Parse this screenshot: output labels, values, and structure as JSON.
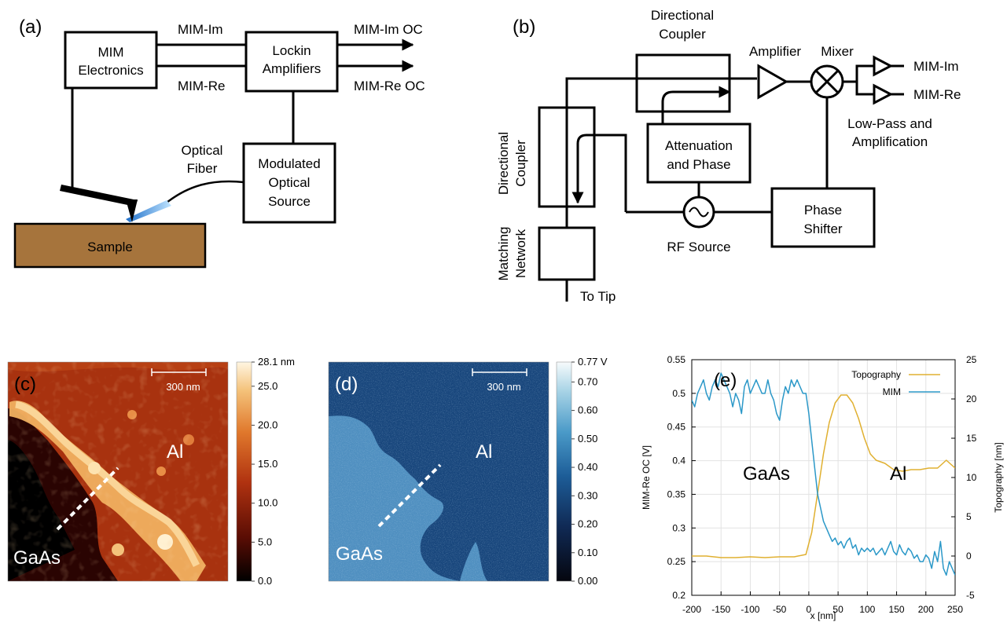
{
  "panel_a": {
    "tag": "(a)",
    "mim_box": [
      "MIM",
      "Electronics"
    ],
    "lockin_box": [
      "Lockin",
      "Amplifiers"
    ],
    "mod_box": [
      "Modulated",
      "Optical",
      "Source"
    ],
    "sample": "Sample",
    "sig_im": "MIM-Im",
    "sig_re": "MIM-Re",
    "out_im": "MIM-Im OC",
    "out_re": "MIM-Re OC",
    "fiber": [
      "Optical",
      "Fiber"
    ],
    "sample_color": "#a6743c"
  },
  "panel_b": {
    "tag": "(b)",
    "dc_top": [
      "Directional",
      "Coupler"
    ],
    "dc_left": [
      "Directional",
      "Coupler"
    ],
    "match": [
      "Matching",
      "Network"
    ],
    "amplifier": "Amplifier",
    "mixer": "Mixer",
    "out_im": "MIM-Im",
    "out_re": "MIM-Re",
    "lowpass": [
      "Low-Pass and",
      "Amplification"
    ],
    "atten": [
      "Attenuation",
      "and Phase"
    ],
    "shifter": [
      "Phase",
      "Shifter"
    ],
    "rf": "RF Source",
    "tip": "To Tip"
  },
  "panel_c": {
    "tag": "(c)",
    "scale": "300 nm",
    "region_al": "Al",
    "region_gaas": "GaAs",
    "colorbar_ticks": [
      "28.1 nm",
      "25.0",
      "20.0",
      "15.0",
      "10.0",
      "5.0",
      "0.0"
    ],
    "colors": [
      "#000000",
      "#5a0d04",
      "#b03210",
      "#e0782c",
      "#f4c27a",
      "#fff6e2"
    ]
  },
  "panel_d": {
    "tag": "(d)",
    "scale": "300 nm",
    "region_al": "Al",
    "region_gaas": "GaAs",
    "colorbar_ticks": [
      "0.77 V",
      "0.70",
      "0.60",
      "0.50",
      "0.40",
      "0.30",
      "0.20",
      "0.10",
      "0.00"
    ],
    "colors": [
      "#05060f",
      "#102a55",
      "#1d5d98",
      "#4a9ac8",
      "#a9d4e6",
      "#f7fbfc"
    ]
  },
  "panel_e": {
    "tag": "(e)",
    "region_gaas": "GaAs",
    "region_al": "Al"
  },
  "chart_data": {
    "type": "line",
    "xlabel": "x [nm]",
    "ylabel": "MIM-Re OC [V]",
    "y2label": "Topography [nm]",
    "xlim": [
      -200,
      250
    ],
    "ylim": [
      0.2,
      0.55
    ],
    "y2lim": [
      -5,
      25
    ],
    "xticks": [
      -200,
      -150,
      -100,
      -50,
      0,
      50,
      100,
      150,
      200,
      250
    ],
    "yticks": [
      0.2,
      0.25,
      0.3,
      0.35,
      0.4,
      0.45,
      0.5,
      0.55
    ],
    "y2ticks": [
      -5,
      0,
      5,
      10,
      15,
      20,
      25
    ],
    "grid": true,
    "legend_position": "top-right",
    "series": [
      {
        "name": "Topography",
        "axis": "right",
        "color": "#e0b030",
        "x": [
          -200,
          -175,
          -150,
          -125,
          -100,
          -75,
          -50,
          -25,
          -5,
          5,
          15,
          25,
          35,
          45,
          55,
          65,
          75,
          85,
          95,
          105,
          115,
          130,
          145,
          160,
          175,
          190,
          205,
          220,
          235,
          250
        ],
        "y": [
          0,
          0,
          -0.2,
          -0.2,
          -0.1,
          -0.2,
          -0.1,
          -0.1,
          0.2,
          3,
          8,
          13,
          17,
          19.5,
          20.5,
          20.5,
          19.5,
          17.5,
          15,
          13,
          12.2,
          11.8,
          11,
          10.8,
          11,
          11,
          11.2,
          11.2,
          12.2,
          11.2
        ]
      },
      {
        "name": "MIM",
        "axis": "left",
        "color": "#2b98c8",
        "x": [
          -200,
          -195,
          -190,
          -185,
          -180,
          -175,
          -170,
          -165,
          -160,
          -155,
          -150,
          -145,
          -140,
          -135,
          -130,
          -125,
          -120,
          -115,
          -110,
          -105,
          -100,
          -95,
          -90,
          -85,
          -80,
          -75,
          -70,
          -65,
          -60,
          -55,
          -50,
          -45,
          -40,
          -35,
          -30,
          -25,
          -20,
          -15,
          -10,
          -5,
          0,
          5,
          10,
          15,
          20,
          25,
          30,
          35,
          40,
          45,
          50,
          55,
          60,
          65,
          70,
          75,
          80,
          85,
          90,
          95,
          100,
          105,
          110,
          115,
          120,
          125,
          130,
          135,
          140,
          145,
          150,
          155,
          160,
          165,
          170,
          175,
          180,
          185,
          190,
          195,
          200,
          205,
          210,
          215,
          220,
          225,
          230,
          235,
          240,
          245,
          250
        ],
        "y": [
          0.49,
          0.48,
          0.5,
          0.51,
          0.52,
          0.5,
          0.49,
          0.51,
          0.52,
          0.51,
          0.53,
          0.52,
          0.51,
          0.5,
          0.48,
          0.5,
          0.49,
          0.47,
          0.51,
          0.52,
          0.5,
          0.51,
          0.52,
          0.51,
          0.5,
          0.5,
          0.52,
          0.5,
          0.49,
          0.47,
          0.46,
          0.49,
          0.51,
          0.5,
          0.52,
          0.51,
          0.52,
          0.51,
          0.5,
          0.5,
          0.47,
          0.43,
          0.39,
          0.35,
          0.33,
          0.31,
          0.3,
          0.29,
          0.28,
          0.285,
          0.275,
          0.28,
          0.27,
          0.28,
          0.285,
          0.27,
          0.275,
          0.26,
          0.27,
          0.265,
          0.27,
          0.265,
          0.27,
          0.26,
          0.265,
          0.27,
          0.26,
          0.27,
          0.28,
          0.265,
          0.26,
          0.275,
          0.265,
          0.26,
          0.27,
          0.265,
          0.255,
          0.26,
          0.25,
          0.25,
          0.26,
          0.255,
          0.24,
          0.265,
          0.25,
          0.28,
          0.24,
          0.23,
          0.25,
          0.24,
          0.23
        ]
      }
    ]
  }
}
